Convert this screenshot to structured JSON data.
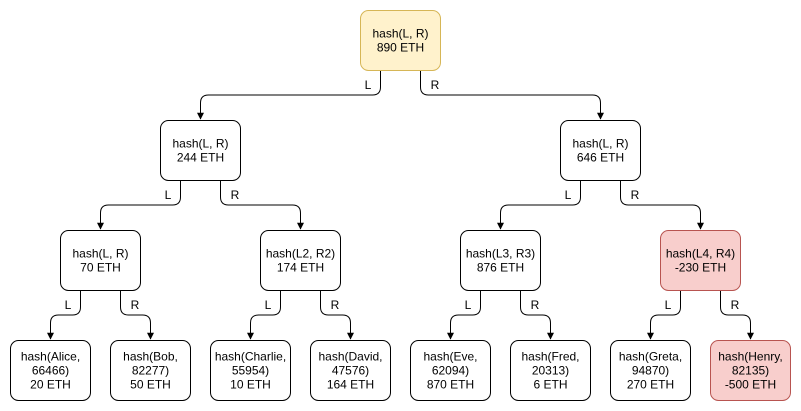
{
  "colors": {
    "default_fill": "#ffffff",
    "default_stroke": "#000000",
    "root_fill": "#fff2cc",
    "root_stroke": "#d6b656",
    "alert_fill": "#f8cecc",
    "alert_stroke": "#b85450"
  },
  "tree": {
    "root": {
      "lines": [
        "hash(L, R)",
        "890 ETH"
      ],
      "style": "root"
    },
    "level1": [
      {
        "lines": [
          "hash(L, R)",
          "244 ETH"
        ],
        "style": "default"
      },
      {
        "lines": [
          "hash(L, R)",
          "646 ETH"
        ],
        "style": "default"
      }
    ],
    "level2": [
      {
        "lines": [
          "hash(L, R)",
          "70 ETH"
        ],
        "style": "default"
      },
      {
        "lines": [
          "hash(L2, R2)",
          "174 ETH"
        ],
        "style": "default"
      },
      {
        "lines": [
          "hash(L3, R3)",
          "876 ETH"
        ],
        "style": "default"
      },
      {
        "lines": [
          "hash(L4, R4)",
          "-230 ETH"
        ],
        "style": "alert"
      }
    ],
    "leaves": [
      {
        "lines": [
          "hash(Alice,",
          "66466)",
          "20 ETH"
        ],
        "style": "default"
      },
      {
        "lines": [
          "hash(Bob,",
          "82277)",
          "50 ETH"
        ],
        "style": "default"
      },
      {
        "lines": [
          "hash(Charlie,",
          "55954)",
          "10 ETH"
        ],
        "style": "default"
      },
      {
        "lines": [
          "hash(David,",
          "47576)",
          "164 ETH"
        ],
        "style": "default"
      },
      {
        "lines": [
          "hash(Eve,",
          "62094)",
          "870 ETH"
        ],
        "style": "default"
      },
      {
        "lines": [
          "hash(Fred,",
          "20313)",
          "6 ETH"
        ],
        "style": "default"
      },
      {
        "lines": [
          "hash(Greta,",
          "94870)",
          "270 ETH"
        ],
        "style": "default"
      },
      {
        "lines": [
          "hash(Henry,",
          "82135)",
          "-500 ETH"
        ],
        "style": "alert"
      }
    ],
    "edge_labels": {
      "left": "L",
      "right": "R"
    }
  }
}
